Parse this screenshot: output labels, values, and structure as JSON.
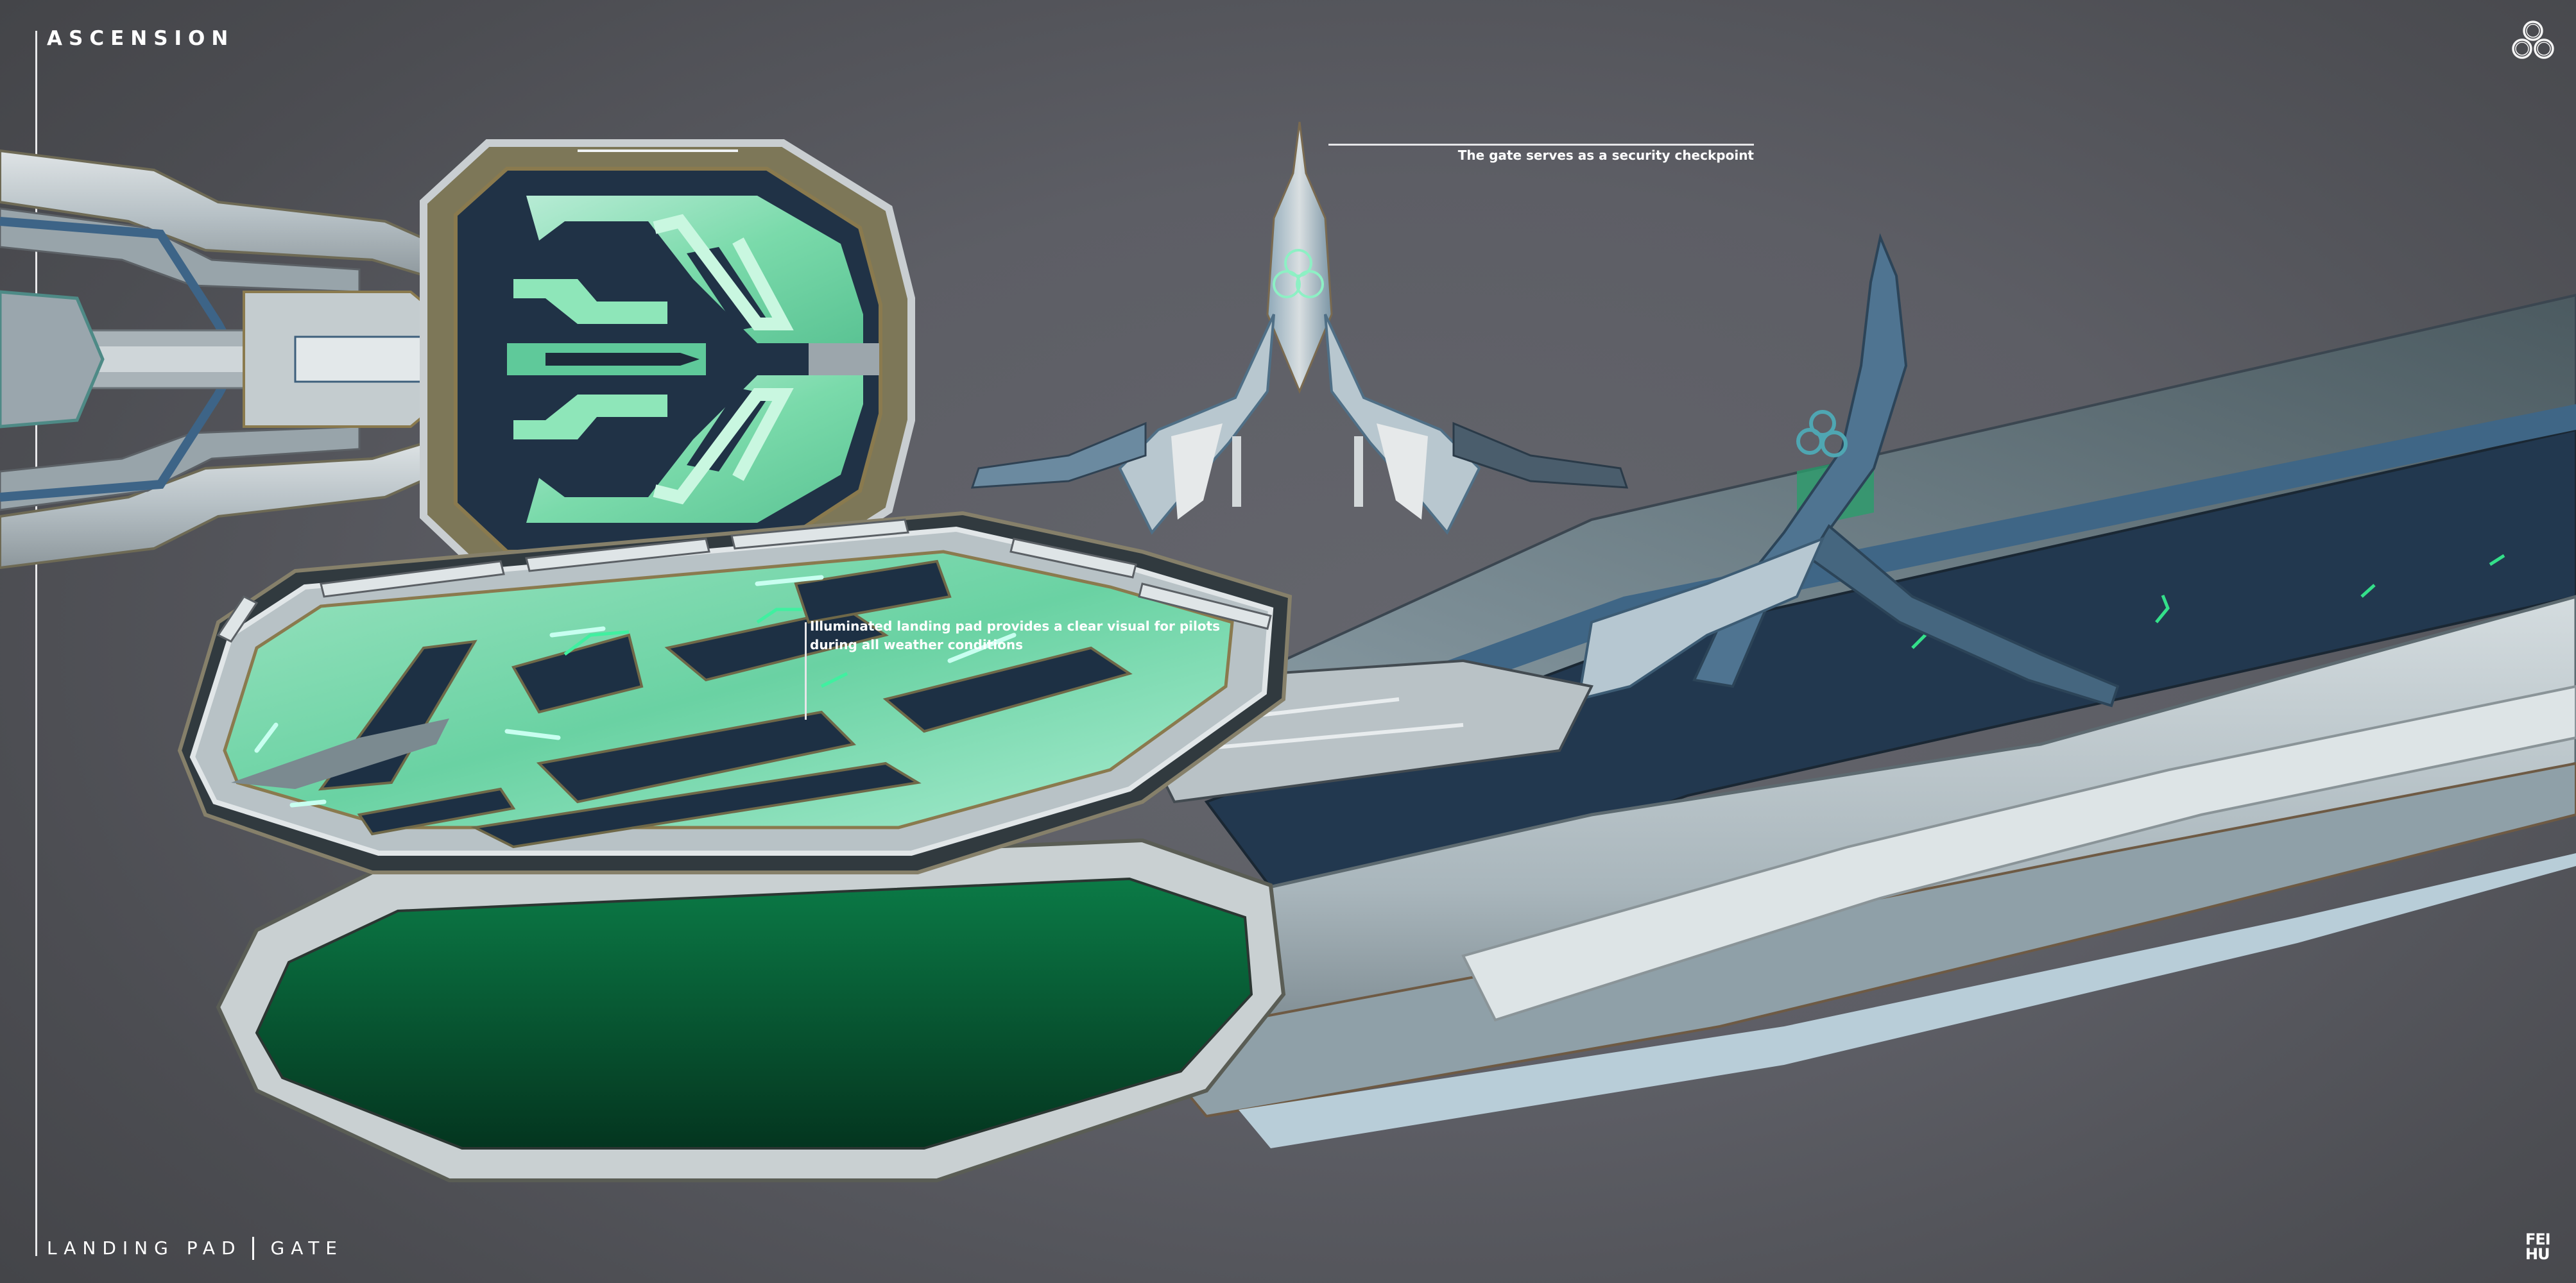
{
  "header": {
    "project_title": "ASCENSION"
  },
  "footer": {
    "sheet_title_part1": "LANDING PAD",
    "sheet_title_part2": "GATE",
    "signature_line1": "FEI",
    "signature_line2": "HU"
  },
  "branding": {
    "logo_icon": "triple-ring-icon"
  },
  "annotations": [
    {
      "id": "gate-note",
      "text": "The gate serves as a security checkpoint"
    },
    {
      "id": "pad-note",
      "text": "Illuminated landing pad provides a clear visual for pilots during all weather conditions"
    }
  ],
  "renders": [
    {
      "id": "top-view",
      "subject": "landing pad top view"
    },
    {
      "id": "front-view",
      "subject": "gate front view"
    },
    {
      "id": "perspective-view",
      "subject": "landing pad and gate perspective view"
    }
  ],
  "colors": {
    "background_center": "#64656c",
    "background_edge": "#444549",
    "text": "#ffffff",
    "glow_green": "#7ff0b8",
    "panel_dark": "#1f3145",
    "metal_light": "#c9d3d8",
    "metal_blue": "#4f7491",
    "trim_gold": "#8a7a4e"
  }
}
